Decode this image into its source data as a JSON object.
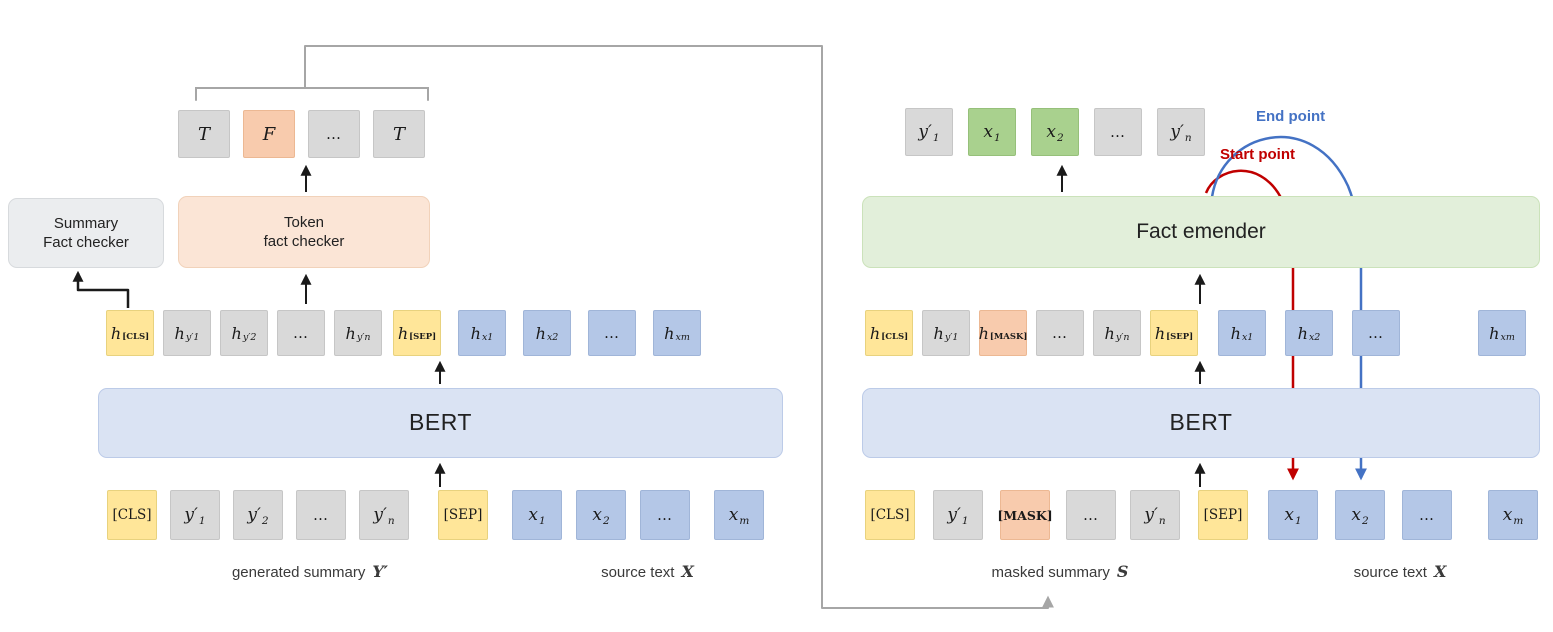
{
  "colors": {
    "yellow": "#FFE699",
    "gray": "#D9D9D9",
    "blue": "#B4C7E7",
    "orange": "#F8CBAD",
    "green": "#A9D18E",
    "bert_fill": "#DAE3F3",
    "emender_fill": "#E2EFDA",
    "token_checker_fill": "#FBE5D6",
    "summary_checker_fill": "#EBEDEF",
    "red_arrow": "#C00000",
    "blue_arrow": "#4472C4",
    "gray_line": "#A6A6A6",
    "black": "#1A1A1A"
  },
  "left": {
    "summary_checker": {
      "line1": "Summary",
      "line2": "Fact checker"
    },
    "token_checker": {
      "line1": "Token",
      "line2": "fact checker"
    },
    "bert_label": "BERT",
    "outputs": [
      {
        "text": "T"
      },
      {
        "text": "F"
      },
      {
        "text": "…"
      },
      {
        "text": "T"
      }
    ],
    "hidden": [
      {
        "text": "h",
        "sub": "[CLS]"
      },
      {
        "text": "h",
        "sub": "y′1"
      },
      {
        "text": "h",
        "sub": "y′2"
      },
      {
        "text": "…"
      },
      {
        "text": "h",
        "sub": "y′n"
      },
      {
        "text": "h",
        "sub": "[SEP]"
      },
      {
        "text": "h",
        "sub": "x1"
      },
      {
        "text": "h",
        "sub": "x2"
      },
      {
        "text": "…"
      },
      {
        "text": "h",
        "sub": "xm"
      }
    ],
    "inputs": [
      {
        "text": "[CLS]"
      },
      {
        "text": "y′",
        "sub": "1"
      },
      {
        "text": "y′",
        "sub": "2"
      },
      {
        "text": "…"
      },
      {
        "text": "y′",
        "sub": "n"
      },
      {
        "text": "[SEP]"
      },
      {
        "text": "x",
        "sub": "1"
      },
      {
        "text": "x",
        "sub": "2"
      },
      {
        "text": "…"
      },
      {
        "text": "x",
        "sub": "m"
      }
    ],
    "caption_summary": {
      "text": "generated summary",
      "math": "Y′"
    },
    "caption_source": {
      "text": "source text",
      "math": "X"
    }
  },
  "right": {
    "emender_label": "Fact emender",
    "bert_label": "BERT",
    "start_label": "Start point",
    "end_label": "End point",
    "outputs": [
      {
        "text": "y′",
        "sub": "1"
      },
      {
        "text": "x",
        "sub": "1"
      },
      {
        "text": "x",
        "sub": "2"
      },
      {
        "text": "…"
      },
      {
        "text": "y′",
        "sub": "n"
      }
    ],
    "hidden": [
      {
        "text": "h",
        "sub": "[CLS]"
      },
      {
        "text": "h",
        "sub": "y′1"
      },
      {
        "text": "h",
        "sub": "[MASK]"
      },
      {
        "text": "…"
      },
      {
        "text": "h",
        "sub": "y′n"
      },
      {
        "text": "h",
        "sub": "[SEP]"
      },
      {
        "text": "h",
        "sub": "x1"
      },
      {
        "text": "h",
        "sub": "x2"
      },
      {
        "text": "…"
      },
      {
        "text": "h",
        "sub": "xm"
      }
    ],
    "inputs": [
      {
        "text": "[CLS]"
      },
      {
        "text": "y′",
        "sub": "1"
      },
      {
        "text": "[MASK]"
      },
      {
        "text": "…"
      },
      {
        "text": "y′",
        "sub": "n"
      },
      {
        "text": "[SEP]"
      },
      {
        "text": "x",
        "sub": "1"
      },
      {
        "text": "x",
        "sub": "2"
      },
      {
        "text": "…"
      },
      {
        "text": "x",
        "sub": "m"
      }
    ],
    "caption_summary": {
      "text": "masked summary",
      "math": "S"
    },
    "caption_source": {
      "text": "source text",
      "math": "X"
    }
  }
}
